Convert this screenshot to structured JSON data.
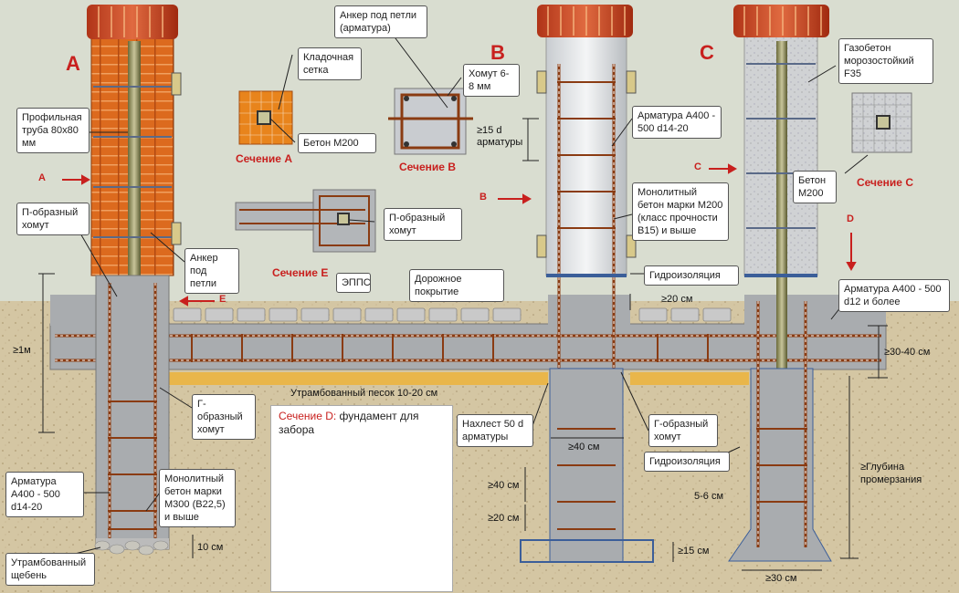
{
  "letters": {
    "a": "A",
    "b": "B",
    "c": "C"
  },
  "arrows": {
    "a": "A",
    "b": "B",
    "c": "C",
    "d": "D",
    "e": "E"
  },
  "sections": {
    "a": "Сечение А",
    "b": "Сечение В",
    "c": "Сечение С",
    "e": "Сечение Е",
    "d_prefix": "Сечение D:",
    "d_rest": " фундамент для забора"
  },
  "labels": {
    "profile_pipe": "Профильная труба 80x80 мм",
    "masonry_mesh": "Кладочная сетка",
    "anchor_top": "Анкер под петли (арматура)",
    "clamp": "Хомут 6-8 мм",
    "concrete_a": "Бетон М200",
    "concrete_c": "Бетон М200",
    "aerated": "Газобетон морозостойкий F35",
    "p_clamp_a": "П-образный хомут",
    "p_clamp_e": "П-образный хомут",
    "anchor_loops": "Анкер под петли",
    "rebar_b": "Арматура А400 - 500 d14-20",
    "monolith_b": "Монолитный бетон марки М200 (класс прочности В15) и выше",
    "waterproof_top": "Гидроизоляция",
    "epps": "ЭППС",
    "road": "Дорожное покрытие",
    "rebar_d12": "Арматура А400 - 500 d12 и более",
    "g_clamp_a": "Г-образный хомут",
    "overlap": "Нахлест 50 d арматуры",
    "g_clamp_c": "Г-образный хомут",
    "waterproof_bottom": "Гидроизоляция",
    "rebar_a": "Арматура А400 - 500 d14-20",
    "monolith_a": "Монолитный бетон марки М300 (В22,5) и выше",
    "gravel": "Утрамбованный щебень",
    "sand": "Утрамбованный песок 10-20 см",
    "freeze": "≥Глубина промерзания"
  },
  "dims": {
    "d15": "≥15 d арматуры",
    "h1m": "≥1м",
    "s20top": "≥20 см",
    "s30_40": "≥30-40 см",
    "w40": "≥40 см",
    "v40": "≥40 см",
    "v20": "≥20 см",
    "s10": "10 см",
    "s15": "≥15 см",
    "s5_6": "5-6 см",
    "w30": "≥30 см"
  },
  "colors": {
    "brick": "#d8661c",
    "brick_dark": "#a8420e",
    "concrete": "#b9bcbf",
    "rebar": "#8a3b12",
    "accent": "#c8201e",
    "soil": "#d8c9a6",
    "sand": "#e8dfc0",
    "waterproof": "#3b5e99"
  }
}
